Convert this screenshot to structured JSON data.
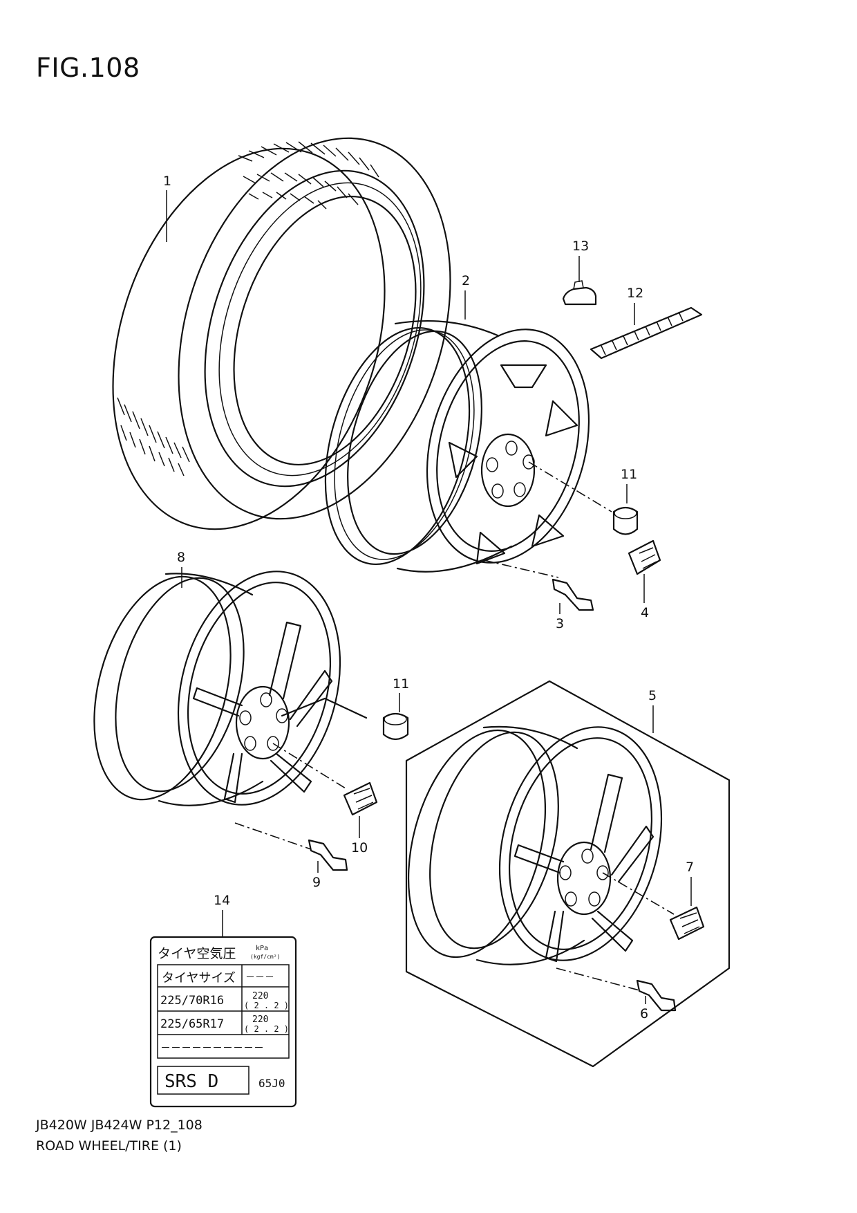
{
  "figure": {
    "title": "FIG.108"
  },
  "footer": {
    "model_line": "JB420W JB424W P12_108",
    "description": "ROAD WHEEL/TIRE (1)"
  },
  "callouts": {
    "c1": "1",
    "c2": "2",
    "c3": "3",
    "c4": "4",
    "c5": "5",
    "c6": "6",
    "c7": "7",
    "c8": "8",
    "c9": "9",
    "c10": "10",
    "c11a": "11",
    "c11b": "11",
    "c12": "12",
    "c13": "13",
    "c14": "14"
  },
  "tire_label": {
    "header": "タイヤ空気圧",
    "unit_top": "kPa",
    "unit_bottom": "(kgf/cm²)",
    "size_header": "タイヤサイズ",
    "size_dash": "－－－",
    "rows": [
      {
        "size": "225/70R16",
        "kpa": "220",
        "kgf": "( 2 . 2 )"
      },
      {
        "size": "225/65R17",
        "kpa": "220",
        "kgf": "( 2 . 2 )"
      }
    ],
    "dash_row": "－－－－－－－－－－",
    "code": "SRS D",
    "part_code": "65J0"
  }
}
